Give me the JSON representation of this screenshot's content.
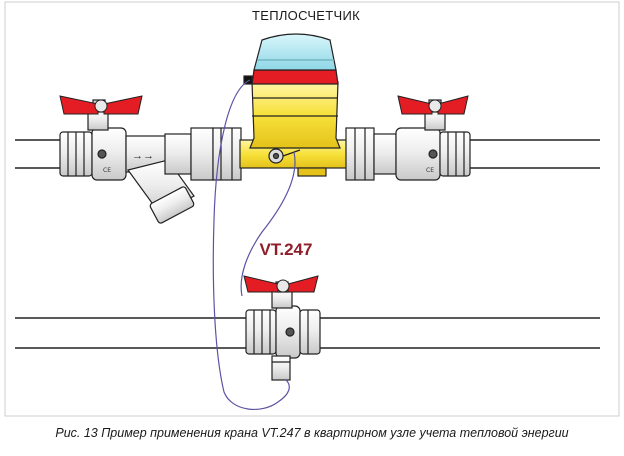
{
  "diagram": {
    "meter_label": "ТЕПЛОСЧЕТЧИК",
    "valve_model_label": "VT.247",
    "caption": "Рис. 13 Пример применения крана VT.247 в квартирном узле учета тепловой энергии",
    "colors": {
      "handle_red": "#e41d24",
      "meter_yellow": "#f7e13a",
      "meter_head_cyan": "#a9e4ef",
      "model_label": "#8e1f2a",
      "sensor_wire": "#5b54a4"
    }
  }
}
